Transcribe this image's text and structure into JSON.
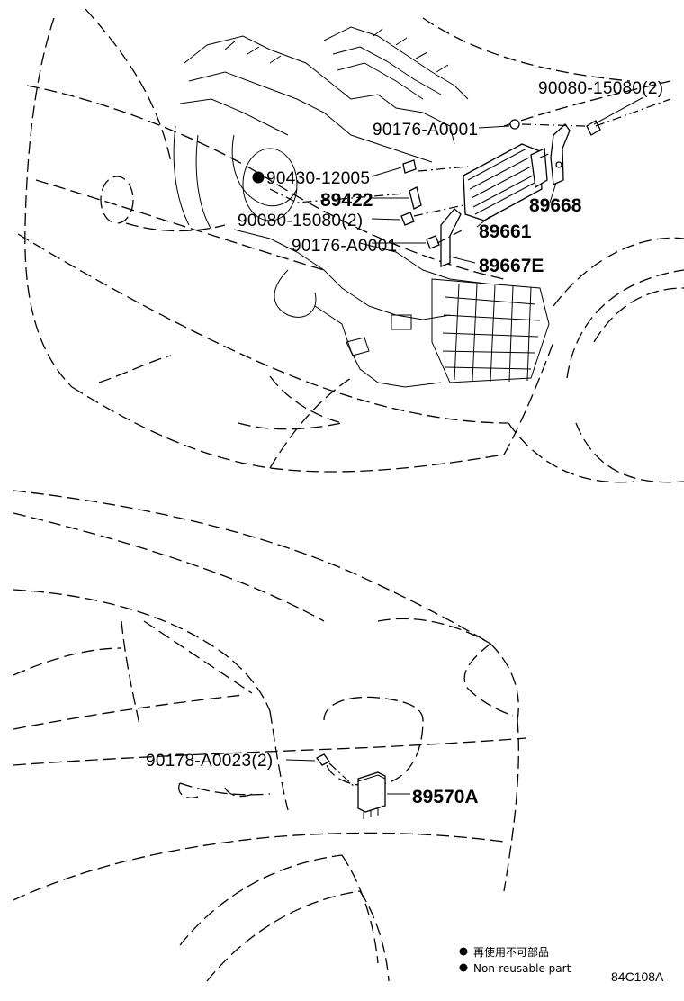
{
  "callouts": {
    "bolt_top_right": "90080-15080(2)",
    "clip_top": "90176-A0001",
    "gasket_nonreusable": "90430-12005",
    "sensor": "89422",
    "bolt_left": "90080-15080(2)",
    "clip_lower": "90176-A0001",
    "bracket_right": "89668",
    "ecu": "89661",
    "bracket_lower": "89667E",
    "nut_rear": "90178-A0023(2)",
    "module_rear": "89570A"
  },
  "legend": {
    "line_cn": "再使用不可部品",
    "line_en": "Non-reusable part"
  },
  "diagram_code": "84C108A"
}
